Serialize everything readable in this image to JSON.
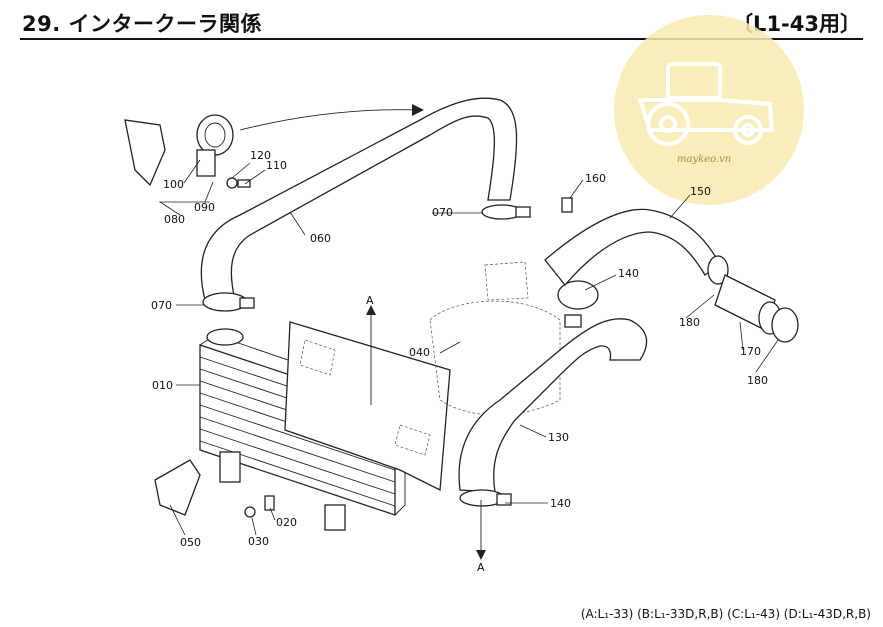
{
  "header": {
    "title": "29. インタークーラ関係",
    "model": "〔L1-43用〕"
  },
  "watermark": {
    "text": "maykeo.vn",
    "color": "#f7e7a8",
    "icon": "tractor-icon"
  },
  "labels": {
    "p010": "010",
    "p020": "020",
    "p030": "030",
    "p040": "040",
    "p050": "050",
    "p060": "060",
    "p070a": "070",
    "p070b": "070",
    "p080": "080",
    "p090": "090",
    "p100": "100",
    "p110": "110",
    "p120": "120",
    "p130": "130",
    "p140a": "140",
    "p140b": "140",
    "p150": "150",
    "p160": "160",
    "p170": "170",
    "p180a": "180",
    "p180b": "180",
    "arrowA1": "A",
    "arrowA2": "A"
  },
  "footer": {
    "legend": "(A:L₁-33) (B:L₁-33D,R,B) (C:L₁-43) (D:L₁-43D,R,B)"
  }
}
